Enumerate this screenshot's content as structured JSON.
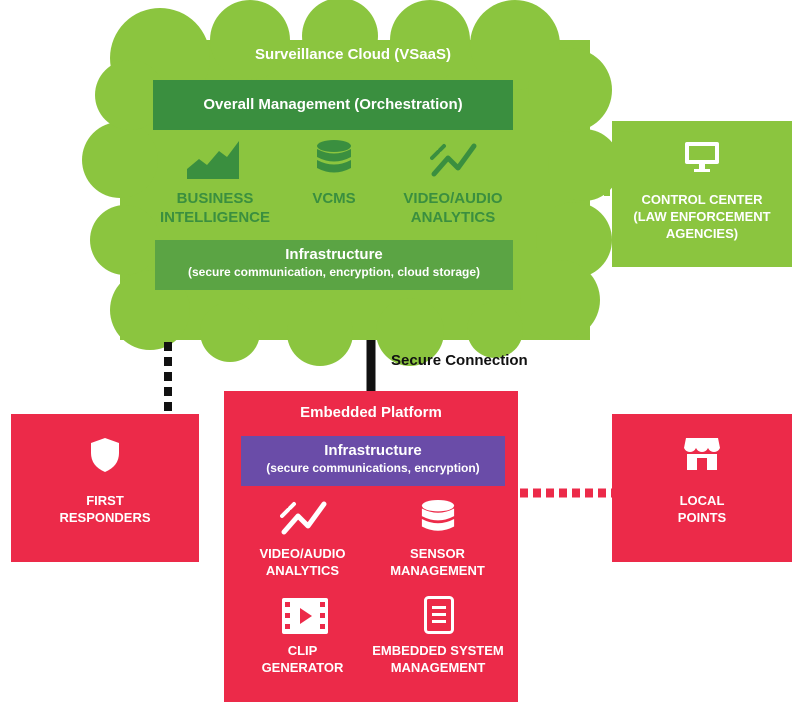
{
  "cloud": {
    "title": "Surveillance Cloud (VSaaS)",
    "orchestration": "Overall Management (Orchestration)",
    "features": [
      {
        "line1": "BUSINESS",
        "line2": "INTELLIGENCE",
        "icon": "area-chart-icon"
      },
      {
        "line1": "VCMS",
        "line2": "",
        "icon": "database-icon"
      },
      {
        "line1": "VIDEO/AUDIO",
        "line2": "ANALYTICS",
        "icon": "analytics-line-icon"
      }
    ],
    "infrastructure": {
      "title": "Infrastructure",
      "subtitle": "(secure communication, encryption, cloud storage)"
    }
  },
  "control_center": {
    "line1": "CONTROL CENTER",
    "line2": "(LAW ENFORCEMENT",
    "line3": "AGENCIES)",
    "icon": "monitor-icon"
  },
  "secure_connection": "Secure Connection",
  "first_responders": {
    "line1": "FIRST",
    "line2": "RESPONDERS",
    "icon": "shield-icon"
  },
  "local_points": {
    "line1": "LOCAL",
    "line2": "POINTS",
    "icon": "store-icon"
  },
  "embedded": {
    "title": "Embedded Platform",
    "infrastructure": {
      "title": "Infrastructure",
      "subtitle": "(secure communications, encryption)"
    },
    "items": [
      {
        "line1": "VIDEO/AUDIO",
        "line2": "ANALYTICS",
        "icon": "analytics-line-icon"
      },
      {
        "line1": "SENSOR",
        "line2": "MANAGEMENT",
        "icon": "database-icon"
      },
      {
        "line1": "CLIP",
        "line2": "GENERATOR",
        "icon": "film-play-icon"
      },
      {
        "line1": "EMBEDDED SYSTEM",
        "line2": "MANAGEMENT",
        "icon": "document-icon"
      }
    ]
  },
  "colors": {
    "cloud_green": "#8bc53f",
    "dark_green": "#3a8f3f",
    "infra_green": "#5ba444",
    "red": "#ec2a49",
    "purple": "#6a4ca8",
    "connector_black": "#111111"
  }
}
